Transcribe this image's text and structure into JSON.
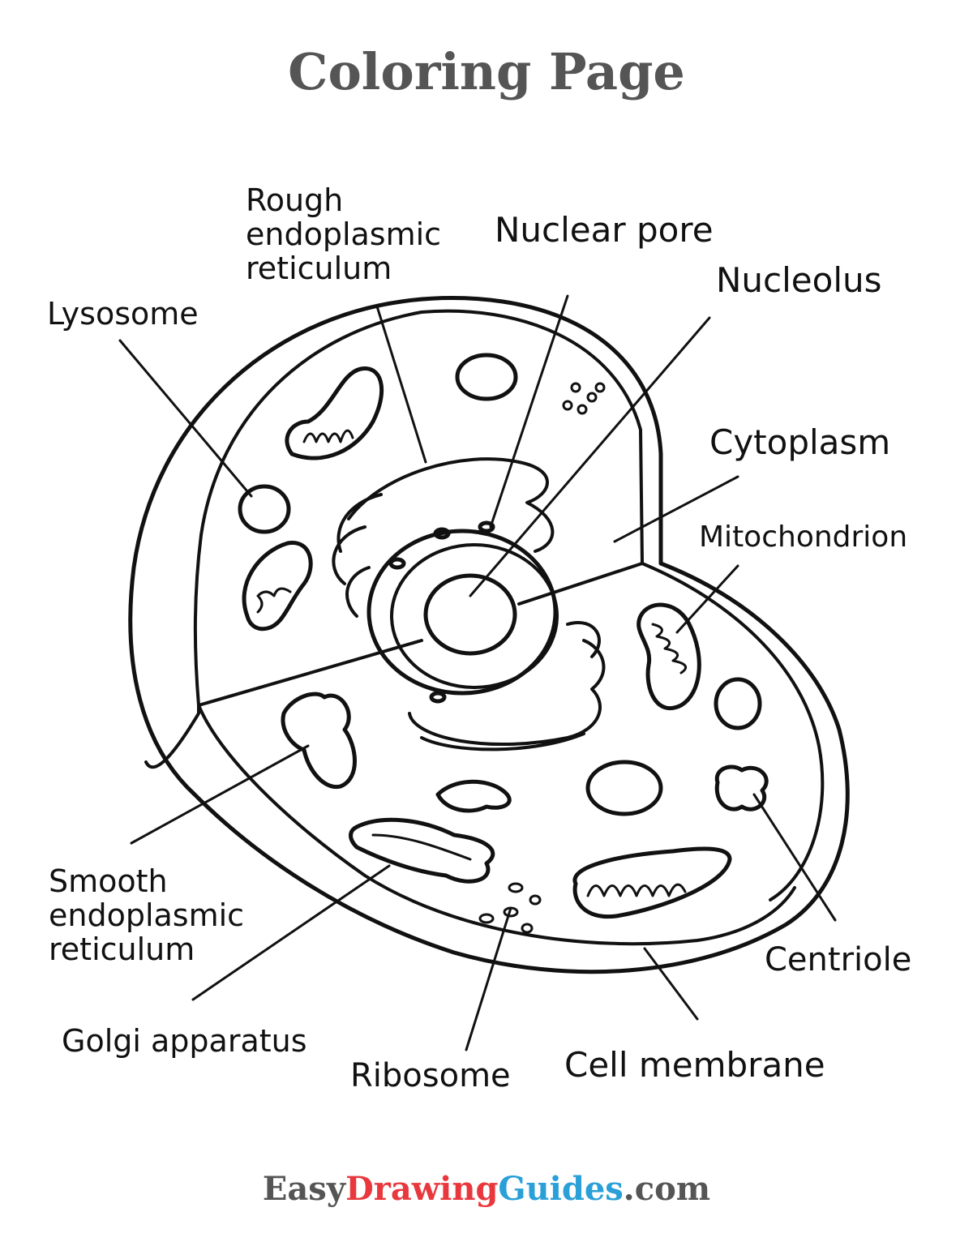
{
  "title": "Coloring Page",
  "labels": {
    "rough_er": [
      "Rough",
      "endoplasmic",
      "reticulum"
    ],
    "nuclear_pore": "Nuclear pore",
    "nucleolus": "Nucleolus",
    "lysosome": "Lysosome",
    "cytoplasm": "Cytoplasm",
    "mitochondrion": "Mitochondrion",
    "smooth_er": [
      "Smooth",
      "endoplasmic",
      "reticulum"
    ],
    "golgi": "Golgi apparatus",
    "ribosome": "Ribosome",
    "cell_membrane": "Cell membrane",
    "centriole": "Centriole"
  },
  "brand": {
    "part1": "Easy",
    "part2": "Drawing",
    "part3": "Guides",
    "part4": ".com",
    "color1": "#555555",
    "color2": "#e8383d",
    "color3": "#2a9fd8",
    "color4": "#555555"
  },
  "colors": {
    "ink": "#111111",
    "title": "#555555"
  }
}
